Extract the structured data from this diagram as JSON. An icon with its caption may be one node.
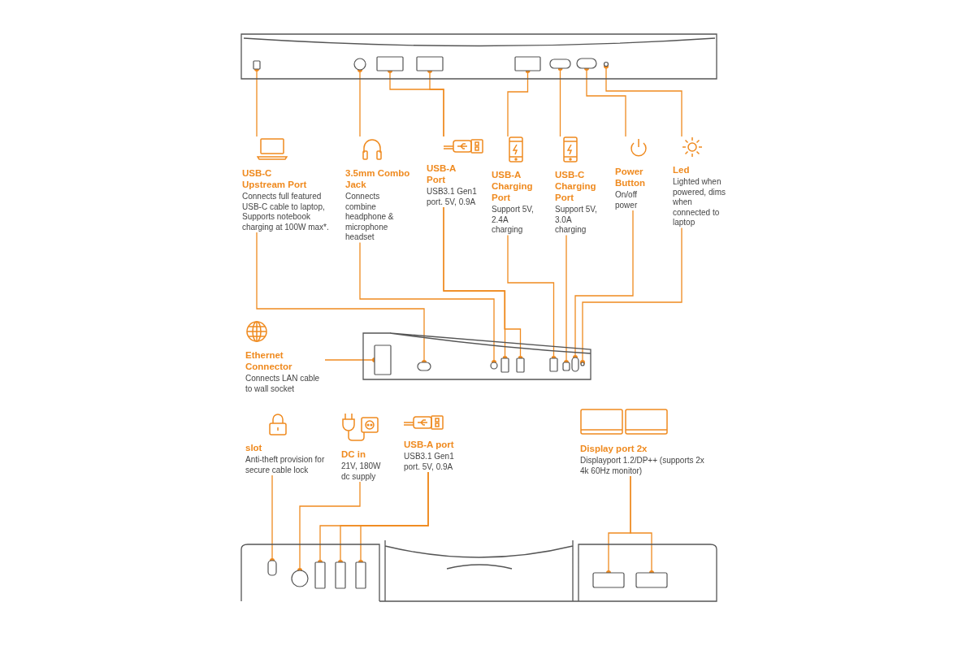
{
  "diagram": {
    "nodes": [
      {
        "text": [
          "USB-C Upstream Port",
          "Connects full featured USB-C cable to laptop, Supports notebook charging at 100W max*."
        ]
      },
      {
        "text": [
          "3.5mm Combo Jack",
          "Connects combine headphone & microphone headset"
        ]
      },
      {
        "text": [
          "USB-A Port",
          "USB3.1 Gen1 port. 5V, 0.9A"
        ]
      },
      {
        "text": [
          "USB-A Charging Port",
          "Support 5V, 2.4A charging"
        ]
      },
      {
        "text": [
          "USB-C Charging Port",
          "Support 5V, 3.0A charging"
        ]
      },
      {
        "text": [
          "Power Button",
          "On/off power"
        ]
      },
      {
        "text": [
          "Led",
          "Lighted when powered, dims when connected to laptop"
        ]
      },
      {
        "text": [
          "Ethernet Connector",
          "Connects LAN cable to wall socket"
        ]
      },
      {
        "text": [
          "slot",
          "Anti-theft provision for secure cable lock"
        ]
      },
      {
        "text": [
          "DC in",
          "21V, 180W dc supply"
        ]
      },
      {
        "text": [
          "USB-A port",
          "USB3.1 Gen1 port. 5V, 0.9A"
        ]
      },
      {
        "text": [
          "Display port 2x",
          "Displayport 1.2/DP++ (supports 2x 4k 60Hz monitor)"
        ]
      },
      {
        "text": [],
        "shape": "box"
      },
      {
        "text": [],
        "shape": "circle"
      },
      {
        "text": [],
        "shape": "box"
      },
      {
        "text": [],
        "shape": "box"
      },
      {
        "text": [],
        "shape": "box"
      },
      {
        "text": [],
        "shape": "box"
      },
      {
        "text": [],
        "shape": "box"
      },
      {
        "text": [],
        "shape": "circle"
      },
      {
        "text": [],
        "shape": "box"
      },
      {
        "text": [],
        "shape": "circle"
      },
      {
        "text": [],
        "shape": "box"
      },
      {
        "text": [],
        "shape": "box"
      },
      {
        "text": [],
        "shape": "box"
      },
      {
        "text": [],
        "shape": "box"
      },
      {
        "text": [],
        "shape": "box"
      },
      {
        "text": [],
        "shape": "circle"
      },
      {
        "text": [],
        "shape": "box"
      },
      {
        "text": [],
        "shape": "box"
      },
      {
        "text": [],
        "shape": "circle"
      },
      {
        "text": [],
        "shape": "box"
      },
      {
        "text": [],
        "shape": "box"
      },
      {
        "text": [],
        "shape": "box"
      },
      {
        "text": [],
        "shape": "box"
      },
      {
        "text": [],
        "shape": "box"
      }
    ],
    "edges": [
      {
        "from": 0,
        "to": 12,
        "arrow": "other"
      },
      {
        "from": 0,
        "to": 20,
        "arrow": "other"
      },
      {
        "from": 1,
        "to": 13,
        "arrow": "other"
      },
      {
        "from": 1,
        "to": 21,
        "arrow": "other"
      },
      {
        "from": 2,
        "to": 14,
        "arrow": "other"
      },
      {
        "from": 2,
        "to": 15,
        "arrow": "other"
      },
      {
        "from": 2,
        "to": 22,
        "arrow": "other"
      },
      {
        "from": 2,
        "to": 23,
        "arrow": "other"
      },
      {
        "from": 3,
        "to": 16,
        "arrow": "other"
      },
      {
        "from": 3,
        "to": 24,
        "arrow": "other"
      },
      {
        "from": 4,
        "to": 17,
        "arrow": "other"
      },
      {
        "from": 4,
        "to": 25,
        "arrow": "other"
      },
      {
        "from": 5,
        "to": 18,
        "arrow": "other"
      },
      {
        "from": 5,
        "to": 26,
        "arrow": "other"
      },
      {
        "from": 6,
        "to": 19,
        "arrow": "other"
      },
      {
        "from": 6,
        "to": 27,
        "arrow": "other"
      },
      {
        "from": 7,
        "to": 28,
        "arrow": "other"
      },
      {
        "from": 8,
        "to": 29,
        "arrow": "other"
      },
      {
        "from": 9,
        "to": 30,
        "arrow": "other"
      },
      {
        "from": 10,
        "to": 31,
        "arrow": "other"
      },
      {
        "from": 10,
        "to": 32,
        "arrow": "other"
      },
      {
        "from": 10,
        "to": 33,
        "arrow": "other"
      },
      {
        "from": 11,
        "to": 34,
        "arrow": "other"
      },
      {
        "from": 11,
        "to": 35,
        "arrow": "other"
      }
    ]
  }
}
